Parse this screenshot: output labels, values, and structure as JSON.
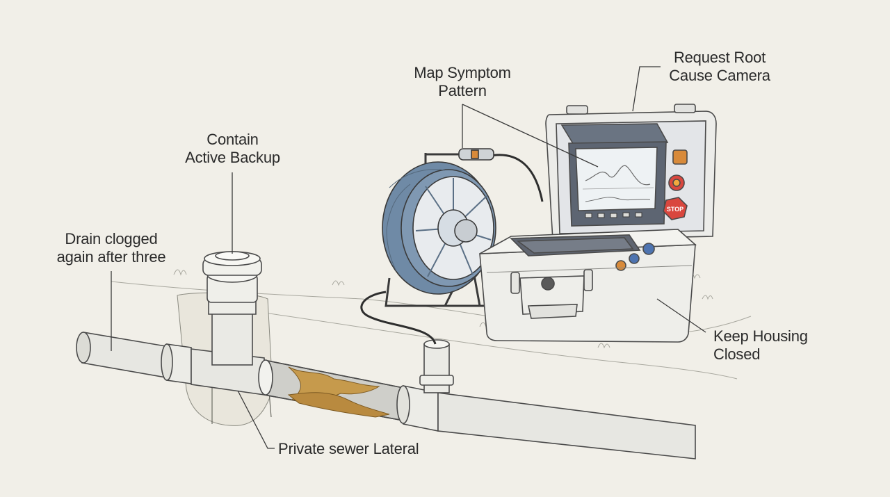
{
  "labels": {
    "request_root_cause_camera": [
      "Request Root",
      "Cause Camera"
    ],
    "map_symptom_pattern": [
      "Map Symptom",
      "Pattern"
    ],
    "contain_active_backup": [
      "Contain",
      "Active Backup"
    ],
    "drain_clogged": [
      "Drain clogged",
      "again after three"
    ],
    "keep_housing_closed": [
      "Keep Housing",
      "Closed"
    ],
    "private_sewer_lateral": "Private sewer Lateral"
  },
  "panel": {
    "stop_text": "STOP"
  },
  "colors": {
    "background": "#f1efe8",
    "pipe": "#e6e6e1",
    "outline": "#4a4a4a",
    "reel_blue": "#6f8aa6",
    "blockage": "#c69a4c",
    "stop_red": "#d9473e",
    "knob_orange": "#d88a3a",
    "knob_blue": "#4e74b0"
  }
}
